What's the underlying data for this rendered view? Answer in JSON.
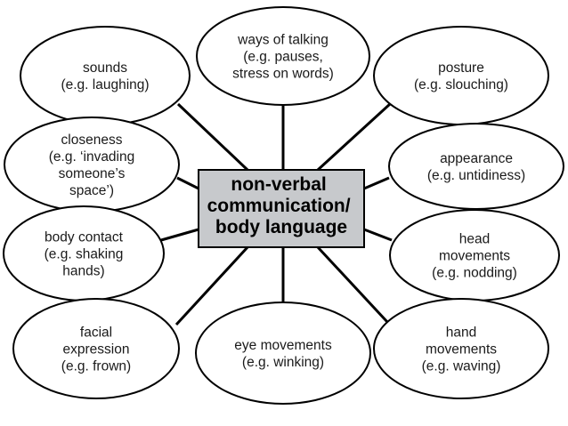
{
  "center": {
    "lines": [
      "non-verbal",
      "communication/",
      "body language"
    ]
  },
  "nodes": [
    {
      "id": "ways-of-talking",
      "lines": [
        "ways of talking",
        "(e.g. pauses,",
        "stress on words)"
      ]
    },
    {
      "id": "sounds",
      "lines": [
        "sounds",
        "(e.g. laughing)"
      ]
    },
    {
      "id": "posture",
      "lines": [
        "posture",
        "(e.g. slouching)"
      ]
    },
    {
      "id": "closeness",
      "lines": [
        "closeness",
        "(e.g. ‘invading",
        "someone’s",
        "space’)"
      ]
    },
    {
      "id": "appearance",
      "lines": [
        "appearance",
        "(e.g. untidiness)"
      ]
    },
    {
      "id": "body-contact",
      "lines": [
        "body contact",
        "(e.g. shaking",
        "hands)"
      ]
    },
    {
      "id": "head-movements",
      "lines": [
        "head",
        "movements",
        "(e.g. nodding)"
      ]
    },
    {
      "id": "facial-expression",
      "lines": [
        "facial",
        "expression",
        "(e.g. frown)"
      ]
    },
    {
      "id": "eye-movements",
      "lines": [
        "eye movements",
        "(e.g. winking)"
      ]
    },
    {
      "id": "hand-movements",
      "lines": [
        "hand",
        "movements",
        "(e.g. waving)"
      ]
    }
  ]
}
